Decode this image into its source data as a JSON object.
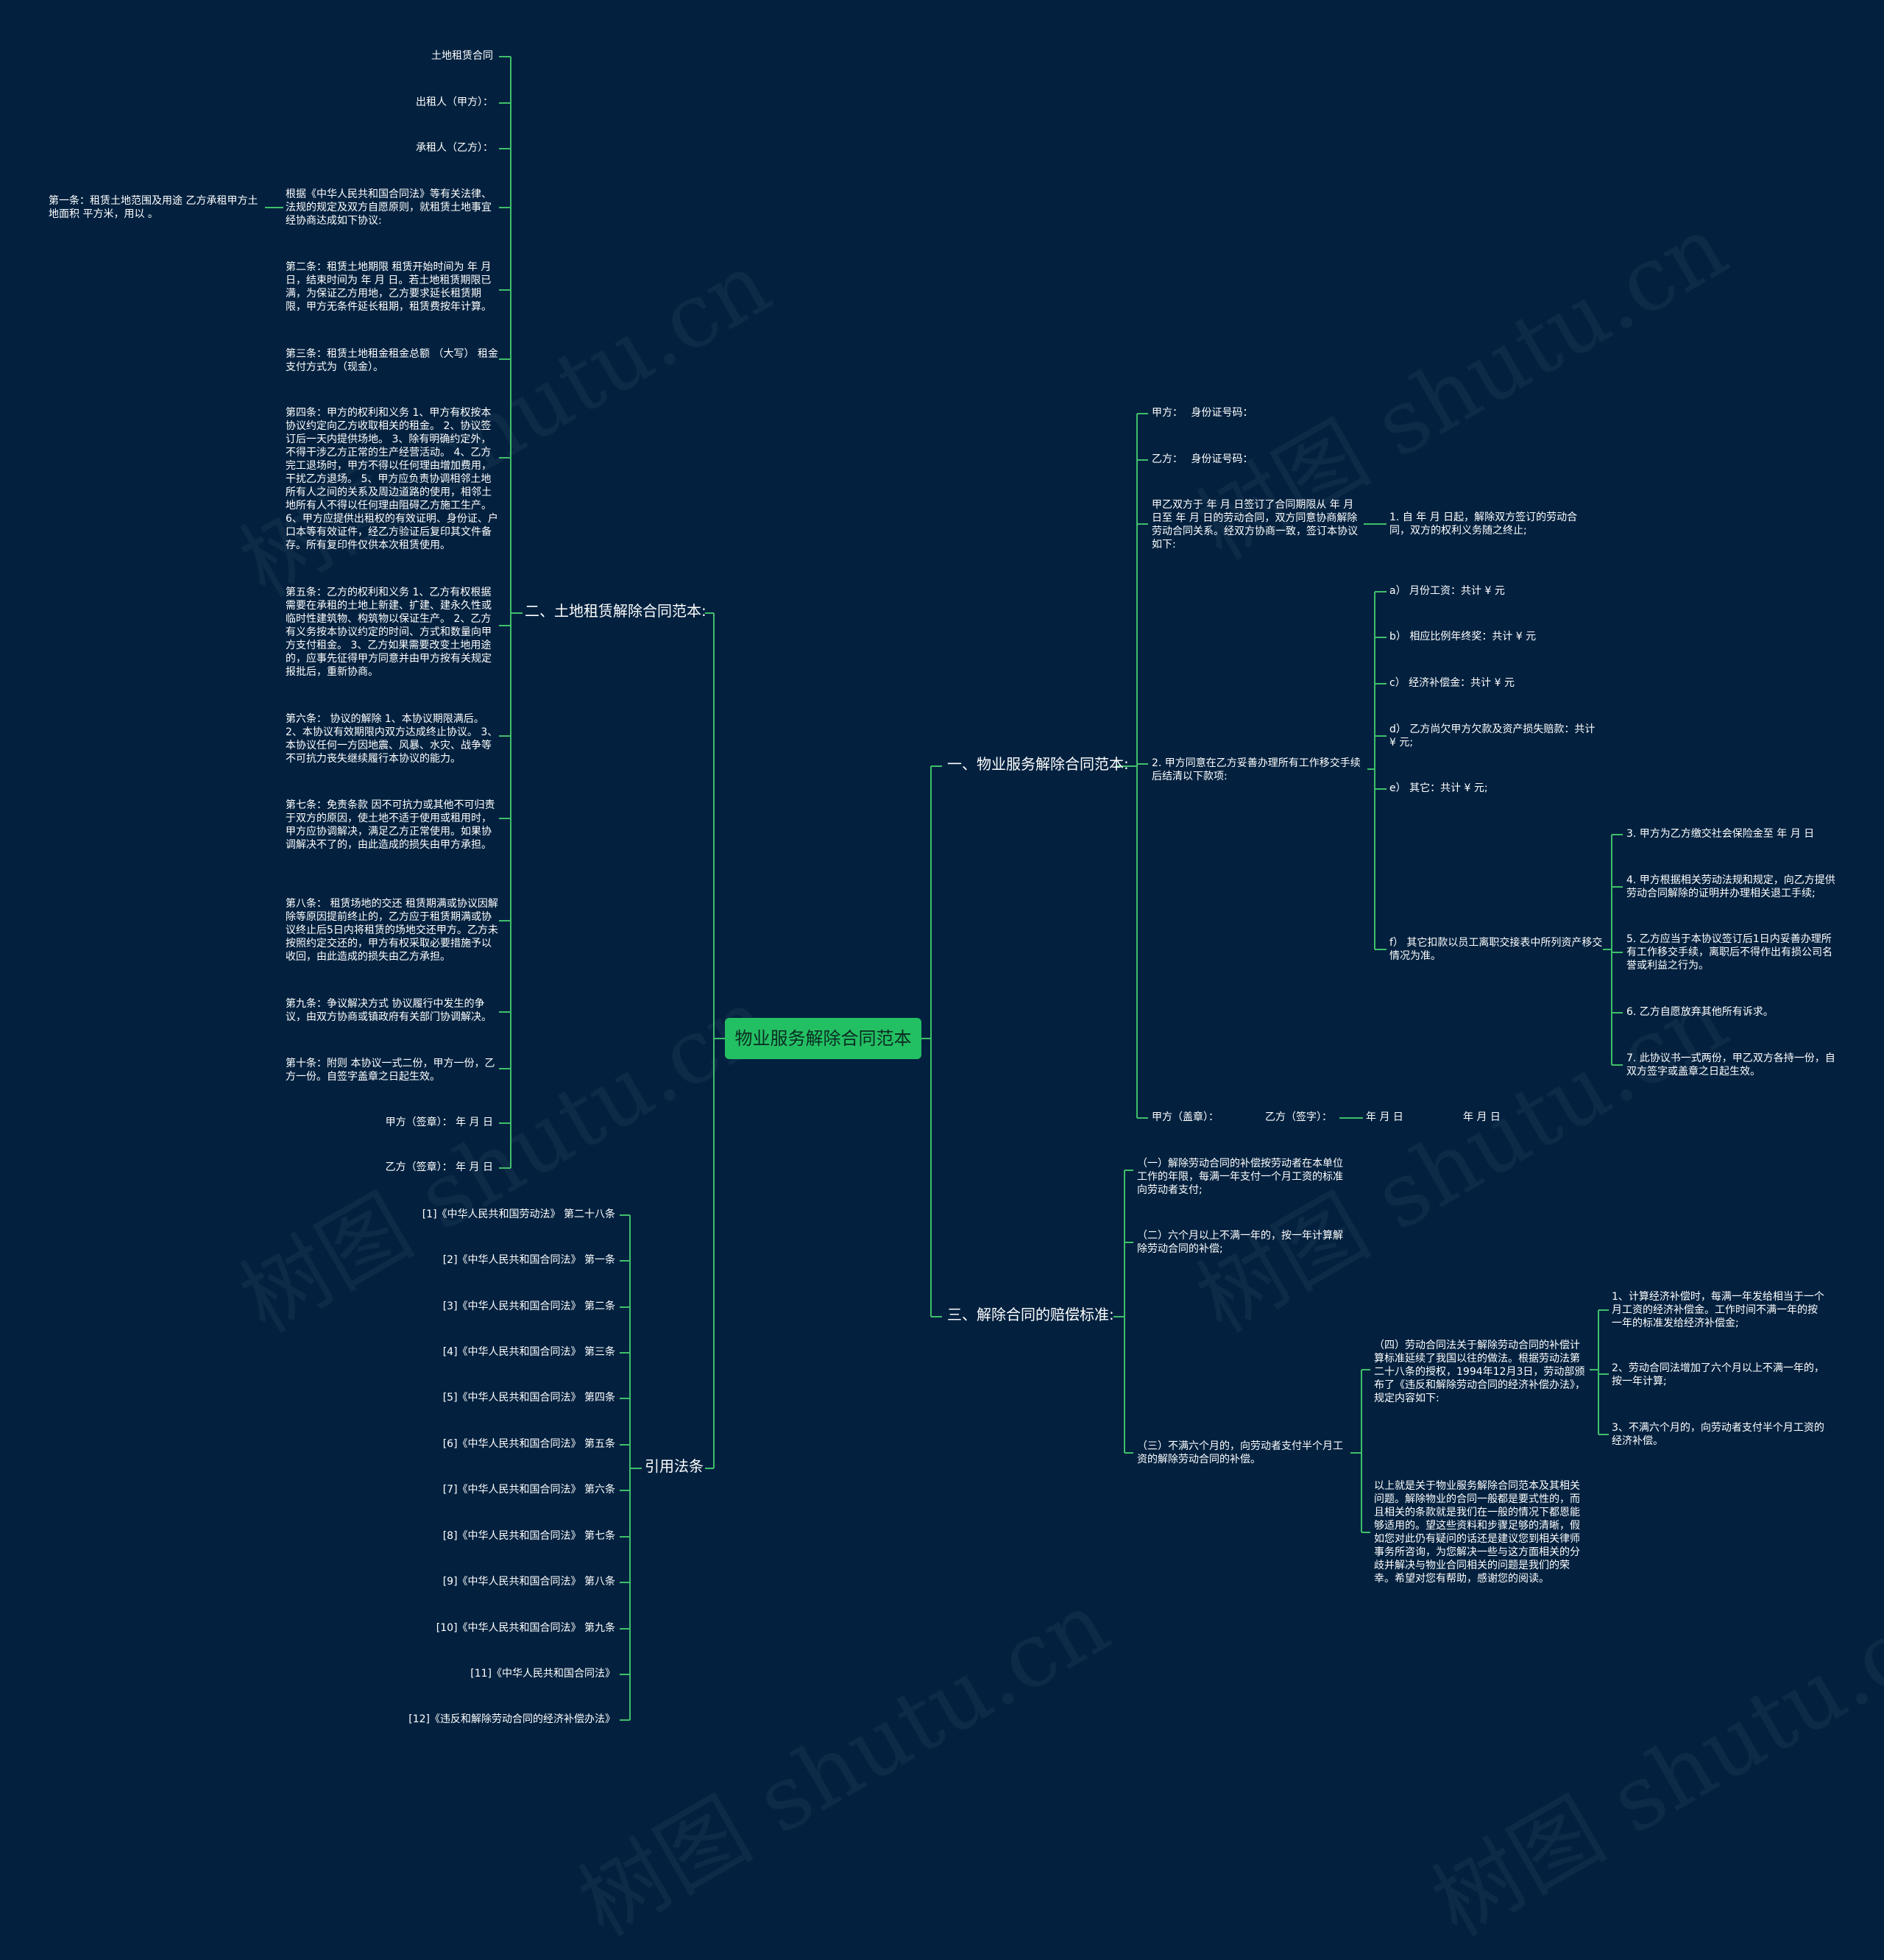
{
  "root": "物业服务解除合同范本",
  "watermark": "树图 shutu.cn",
  "colors": {
    "background": "#03213f",
    "line": "#3fbf6a",
    "root_fill": "#23c063",
    "text": "#ffffff"
  },
  "left": {
    "land": {
      "title": "二、土地租赁解除合同范本:",
      "items": [
        "土地租赁合同",
        "出租人（甲方）：",
        "承租人（乙方）：",
        "根据《中华人民共和国合同法》等有关法律、法规的规定及双方自愿原则，就租赁土地事宜经协商达成如下协议:",
        "第二条：租赁土地期限 租赁开始时间为 年 月 日，结束时间为 年 月 日。若土地租赁期限已满，为保证乙方用地，乙方要求延长租赁期限，甲方无条件延长租期，租赁费按年计算。",
        "第三条：租赁土地租金租金总额 （大写） 租金支付方式为（现金）。",
        "第四条：甲方的权利和义务 1、甲方有权按本协议约定向乙方收取相关的租金。 2、协议签订后一天内提供场地。 3、除有明确约定外，不得干涉乙方正常的生产经营活动。 4、乙方完工退场时，甲方不得以任何理由增加费用，干扰乙方退场。 5、甲方应负责协调相邻土地所有人之间的关系及周边道路的使用，相邻土地所有人不得以任何理由阻碍乙方施工生产。 6、甲方应提供出租权的有效证明、身份证、户口本等有效证件，经乙方验证后复印其文件备存。所有复印件仅供本次租赁使用。",
        "第五条：乙方的权利和义务 1、乙方有权根据需要在承租的土地上新建、扩建、建永久性或临时性建筑物、构筑物以保证生产。 2、乙方有义务按本协议约定的时间、方式和数量向甲方支付租金。 3、乙方如果需要改变土地用途的，应事先征得甲方同意并由甲方按有关规定报批后，重新协商。",
        "第六条： 协议的解除 1、本协议期限满后。 2、本协议有效期限内双方达成终止协议。 3、本协议任何一方因地震、风暴、水灾、战争等不可抗力丧失继续履行本协议的能力。",
        "第七条：免责条款 因不可抗力或其他不可归责于双方的原因，使土地不适于使用或租用时，甲方应协调解决，满足乙方正常使用。如果协调解决不了的，由此造成的损失由甲方承担。",
        "第八条： 租赁场地的交还 租赁期满或协议因解除等原因提前终止的，乙方应于租赁期满或协议终止后5日内将租赁的场地交还甲方。乙方未按照约定交还的，甲方有权采取必要措施予以收回，由此造成的损失由乙方承担。",
        "第九条：争议解决方式 协议履行中发生的争议，由双方协商或镇政府有关部门协调解决。",
        "第十条：附则 本协议一式二份，甲方一份，乙方一份。自签字盖章之日起生效。",
        "甲方（签章）： 年 月 日",
        "乙方（签章）： 年 月 日"
      ],
      "article1": "第一条：租赁土地范围及用途 乙方承租甲方土地面积 平方米，用以 。"
    },
    "laws": {
      "title": "引用法条",
      "items": [
        "[1]《中华人民共和国劳动法》 第二十八条",
        "[2]《中华人民共和国合同法》 第一条",
        "[3]《中华人民共和国合同法》 第二条",
        "[4]《中华人民共和国合同法》 第三条",
        "[5]《中华人民共和国合同法》 第四条",
        "[6]《中华人民共和国合同法》 第五条",
        "[7]《中华人民共和国合同法》 第六条",
        "[8]《中华人民共和国合同法》 第七条",
        "[9]《中华人民共和国合同法》 第八条",
        "[10]《中华人民共和国合同法》 第九条",
        "[11]《中华人民共和国合同法》",
        "[12]《违反和解除劳动合同的经济补偿办法》"
      ]
    }
  },
  "right": {
    "property": {
      "title": "一、物业服务解除合同范本:",
      "party_a": "甲方：　 身份证号码：",
      "party_b": "乙方：　 身份证号码：",
      "intro": "甲乙双方于 年 月 日签订了合同期限从 年 月 日至 年 月 日的劳动合同，双方同意协商解除劳动合同关系。经双方协商一致，签订本协议如下:",
      "clause1": "1. 自 年 月 日起，解除双方签订的劳动合同，双方的权利义务随之终止;",
      "clause2": "2. 甲方同意在乙方妥善办理所有工作移交手续后结清以下款项:",
      "sub": [
        "a） 月份工资：共计 ¥ 元",
        "b） 相应比例年终奖：共计 ¥ 元",
        "c） 经济补偿金：共计 ¥ 元",
        "d） 乙方尚欠甲方欠款及资产损失赔款：共计 ¥ 元;",
        "e） 其它：共计 ¥ 元;",
        "f） 其它扣款以员工离职交接表中所列资产移交情况为准。"
      ],
      "further": [
        "3. 甲方为乙方缴交社会保险金至 年 月 日",
        "4. 甲方根据相关劳动法规和规定，向乙方提供劳动合同解除的证明并办理相关退工手续;",
        "5. 乙方应当于本协议签订后1日内妥善办理所有工作移交手续，离职后不得作出有损公司名誉或利益之行为。",
        "6. 乙方自愿放弃其他所有诉求。",
        "7. 此协议书一式两份，甲乙双方各持一份，自双方签字或盖章之日起生效。"
      ],
      "sign": "甲方（盖章）：　　　　　乙方（签字）：",
      "sign_date1": "年 月 日",
      "sign_date2": "年 月 日"
    },
    "compensation": {
      "title": "三、解除合同的赔偿标准:",
      "items": [
        "（一）解除劳动合同的补偿按劳动者在本单位工作的年限，每满一年支付一个月工资的标准向劳动者支付;",
        "（二）六个月以上不满一年的，按一年计算解除劳动合同的补偿;",
        "（三）不满六个月的，向劳动者支付半个月工资的解除劳动合同的补偿。"
      ],
      "fourth": "（四）劳动合同法关于解除劳动合同的补偿计算标准延续了我国以往的做法。根据劳动法第二十八条的授权，1994年12月3日，劳动部颁布了《违反和解除劳动合同的经济补偿办法》，规定内容如下:",
      "fourth_items": [
        "1、计算经济补偿时，每满一年发给相当于一个月工资的经济补偿金。工作时间不满一年的按一年的标准发给经济补偿金;",
        "2、劳动合同法增加了六个月以上不满一年的，按一年计算;",
        "3、不满六个月的，向劳动者支付半个月工资的经济补偿。"
      ],
      "conclusion": "以上就是关于物业服务解除合同范本及其相关问题。解除物业的合同一般都是要式性的，而且相关的条款就是我们在一般的情况下都恩能够适用的。望这些资料和步骤足够的清晰，假如您对此仍有疑问的话还是建议您到相关律师事务所咨询，为您解决一些与这方面相关的分歧并解决与物业合同相关的问题是我们的荣幸。希望对您有帮助，感谢您的阅读。"
    }
  }
}
